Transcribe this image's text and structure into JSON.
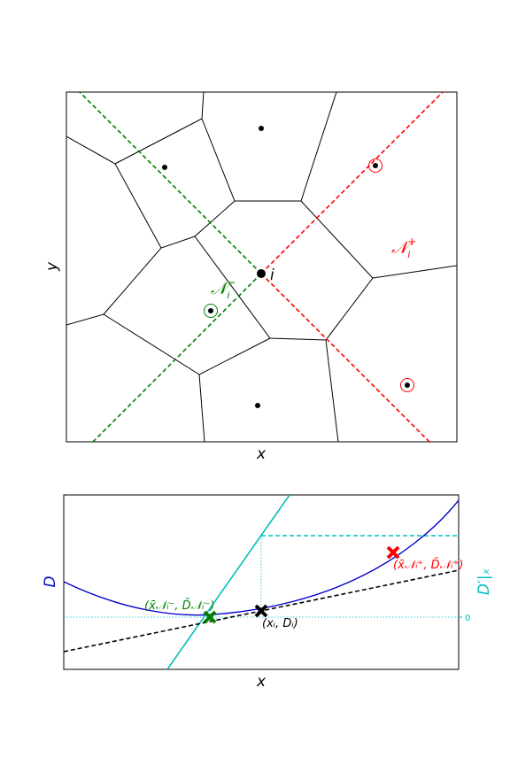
{
  "top_panel": {
    "xlabel": "x",
    "ylabel": "y",
    "center_label": "i",
    "plus_label": {
      "base": "𝒩",
      "sub": "i",
      "sup": "+"
    },
    "minus_label": {
      "base": "𝒩",
      "sub": "i",
      "sup": "−"
    },
    "colors": {
      "plus": "#ff0000",
      "minus": "#008000",
      "edges": "#000000",
      "points": "#000000"
    }
  },
  "bottom_panel": {
    "xlabel": "x",
    "ylabel_left": "D",
    "ylabel_right": "D′|ₓ",
    "right_tick": "0",
    "point_center_label": "(xᵢ, Dᵢ)",
    "point_minus_label": "(x̄𝒩ᵢ⁻, D̄𝒩ᵢ⁻)",
    "point_plus_label": "(x̄𝒩ᵢ⁺, D̄𝒩ᵢ⁺)",
    "colors": {
      "curve": "#0000cc",
      "derivative": "#00bfbf",
      "secant": "#000000",
      "minus": "#008000",
      "plus": "#ff0000",
      "center": "#000000"
    }
  }
}
